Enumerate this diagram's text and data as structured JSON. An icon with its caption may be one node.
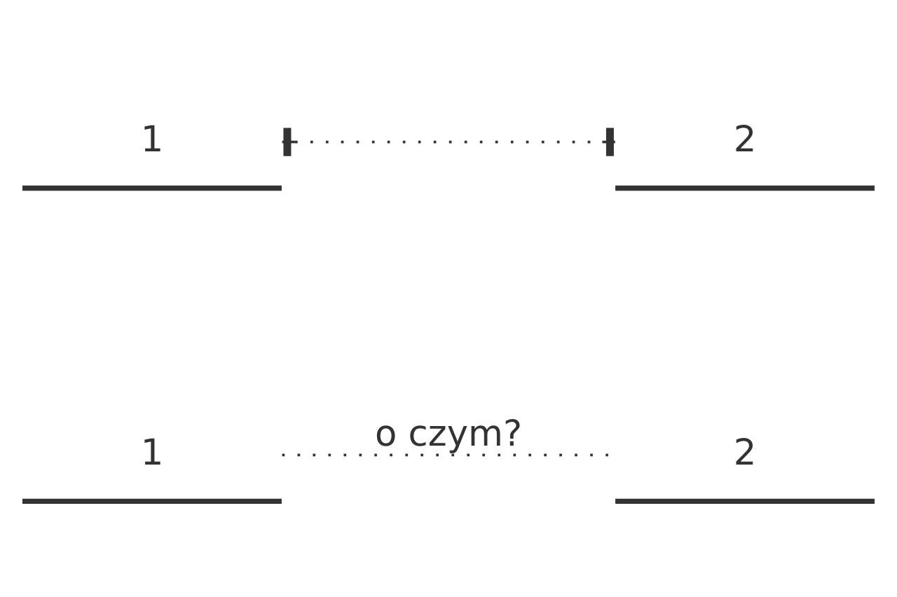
{
  "diagram": {
    "nodes": [
      {
        "text": [
          "1"
        ]
      },
      {
        "text": [
          "2"
        ]
      },
      {
        "text": [
          "1"
        ]
      },
      {
        "text": [
          "2"
        ]
      }
    ],
    "edges": [
      {
        "from": 0,
        "to": 1,
        "arrow": "none",
        "style": "dashed",
        "label": "o czym?"
      },
      {
        "from": 2,
        "to": 3,
        "arrow": "other",
        "style": "dashed"
      }
    ]
  }
}
